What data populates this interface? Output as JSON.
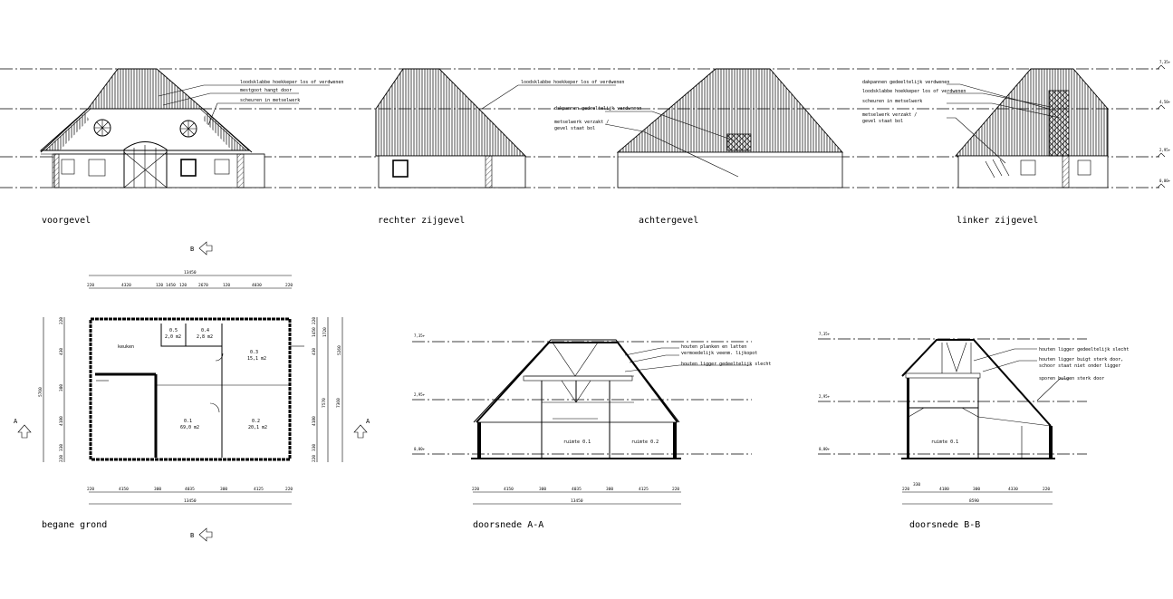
{
  "elevations": {
    "voorgevel": {
      "title": "voorgevel",
      "notes": [
        "loodsklabbe hoekkeper los of verdwenen",
        "mestgoot hangt door",
        "scheuren in metselwerk"
      ]
    },
    "rechter": {
      "title": "rechter zijgevel",
      "notes": [
        "loodsklabbe hoekkeper los of verdwenen"
      ]
    },
    "achter": {
      "title": "achtergevel",
      "notes": [
        "dakpannen gedeeltelijk verdwenen",
        "metselwerk verzakt /",
        "gevel staat bol"
      ]
    },
    "linker": {
      "title": "linker zijgevel",
      "notes": [
        "dakpannen gedeeltelijk verdwenen",
        "loodsklabbe hoekkeper los of verdwenen",
        "scheuren in metselwerk",
        "metselwerk verzakt /",
        "gevel staat bol"
      ]
    }
  },
  "plan": {
    "title": "begane grond",
    "section_marks": {
      "b_top": "B",
      "b_bottom": "B",
      "a_left": "A",
      "a_right": "A"
    },
    "dims_top_total": "13450",
    "dims_top": [
      "220",
      "4320",
      "120",
      "1450",
      "120",
      "2670",
      "120",
      "4030",
      "220"
    ],
    "dims_bottom": [
      "220",
      "4150",
      "300",
      "4035",
      "300",
      "4125",
      "220"
    ],
    "dims_bottom_total": "13450",
    "dims_left": [
      "220",
      "430",
      "380",
      "4180",
      "330",
      "220"
    ],
    "dims_left_total": "5760",
    "dims_right": [
      "220",
      "1450",
      "1720",
      "430",
      "5260",
      "4180",
      "330",
      "220"
    ],
    "dims_right_totals": [
      "7570",
      "7360"
    ],
    "rooms": [
      {
        "name": "keuken",
        "area": ""
      },
      {
        "name": "0.5",
        "area": "2,0 m2"
      },
      {
        "name": "0.4",
        "area": "2,8 m2"
      },
      {
        "name": "0.3",
        "area": "15,1 m2"
      },
      {
        "name": "0.1",
        "area": "69,0 m2"
      },
      {
        "name": "0.2",
        "area": "20,1 m2"
      }
    ]
  },
  "section_aa": {
    "title": "doorsnede A-A",
    "levels": [
      "7,35+",
      "2,95+",
      "0,00+"
    ],
    "notes": [
      "houten planken en latten",
      "vermoedelijk veenm. lijkopot",
      "houten ligger gedeeltelijk slecht"
    ],
    "rooms": [
      "ruimte 0.1",
      "ruimte 0.2"
    ],
    "dims": [
      "220",
      "4150",
      "300",
      "4035",
      "300",
      "4125",
      "220"
    ],
    "total": "13450"
  },
  "section_bb": {
    "title": "doorsnede B-B",
    "levels": [
      "7,35+",
      "2,95+",
      "0,00+"
    ],
    "notes": [
      "houten ligger gedeeltelijk slecht",
      "houten ligger buigt sterk door,",
      "schoor staat niet onder ligger",
      "sporen bulgen sterk door"
    ],
    "rooms": [
      "ruimte 0.1"
    ],
    "dims_top": "330",
    "dims": [
      "220",
      "4180",
      "300",
      "4330",
      "220"
    ],
    "total": "8590"
  },
  "level_marks": [
    "7,35+",
    "4,50+",
    "2,95+",
    "0,00+"
  ]
}
